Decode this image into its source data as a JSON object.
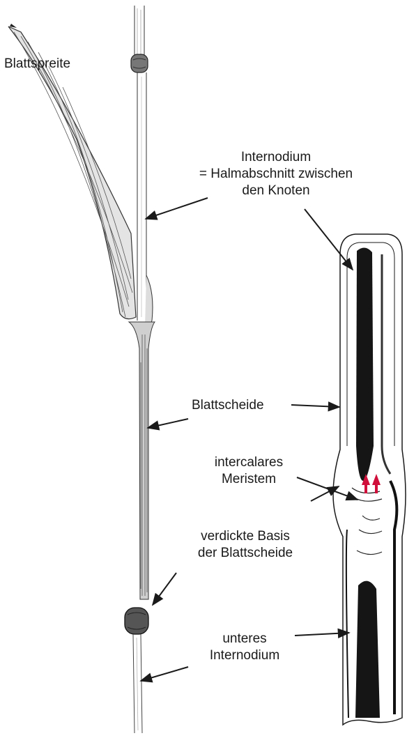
{
  "labels": {
    "blattspreite": "Blattspreite",
    "internodium": {
      "line1": "Internodium",
      "line2": "= Halmabschnitt zwischen",
      "line3": "den Knoten"
    },
    "blattscheide": "Blattscheide",
    "meristem": {
      "line1": "intercalares",
      "line2": "Meristem"
    },
    "basis": {
      "line1": "verdickte Basis",
      "line2": "der Blattscheide"
    },
    "unteres": {
      "line1": "unteres",
      "line2": "Internodium"
    }
  },
  "colors": {
    "ink": "#1a1a1a",
    "growth_arrows": "#d0103a"
  }
}
